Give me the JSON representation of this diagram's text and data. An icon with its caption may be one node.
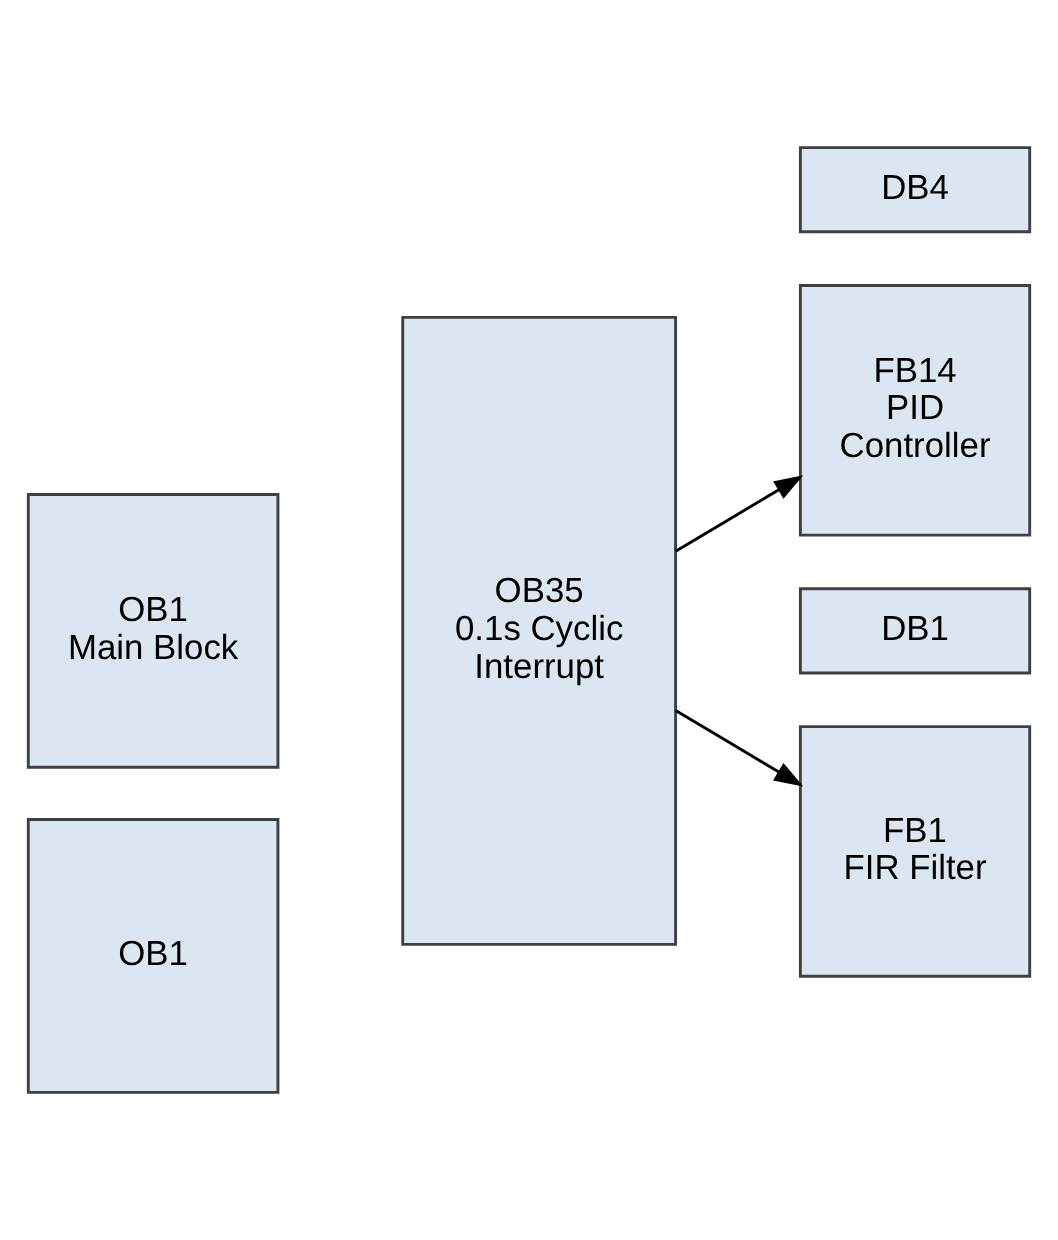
{
  "diagram": {
    "nodes": [
      {
        "text": [
          "OB1",
          "Main Block"
        ]
      },
      {
        "text": [
          "OB35",
          "0.1s Cyclic",
          "Interrupt"
        ]
      },
      {
        "text": [
          "DB4"
        ]
      },
      {
        "text": [
          "FB14",
          "PID",
          "Controller"
        ]
      },
      {
        "text": [
          "DB1"
        ]
      },
      {
        "text": [
          "FB1",
          "FIR Filter"
        ]
      },
      {
        "text": [
          "OB1"
        ]
      }
    ],
    "edges": [
      {
        "from": 1,
        "to": 3,
        "arrow": "to"
      },
      {
        "from": 1,
        "to": 5,
        "arrow": "to"
      }
    ]
  }
}
